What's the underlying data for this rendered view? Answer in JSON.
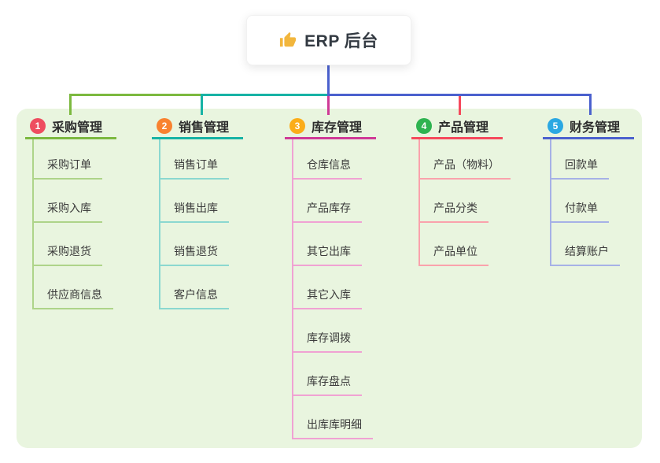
{
  "root": {
    "title": "ERP 后台",
    "icon": "thumbs-up"
  },
  "panel": {
    "background": "#e9f5df"
  },
  "branches": [
    {
      "num": "1",
      "label": "采购管理",
      "line_color": "#7cb93f",
      "light_line_color": "#aed489",
      "badge_color": "#ee4d5f",
      "children": [
        "采购订单",
        "采购入库",
        "采购退货",
        "供应商信息"
      ]
    },
    {
      "num": "2",
      "label": "销售管理",
      "line_color": "#17b3a5",
      "light_line_color": "#8bd8d0",
      "badge_color": "#f9822f",
      "children": [
        "销售订单",
        "销售出库",
        "销售退货",
        "客户信息"
      ]
    },
    {
      "num": "3",
      "label": "库存管理",
      "line_color": "#cf3a96",
      "light_line_color": "#f0a2d3",
      "badge_color": "#fbad19",
      "children": [
        "仓库信息",
        "产品库存",
        "其它出库",
        "其它入库",
        "库存调拨",
        "库存盘点",
        "出库库明细"
      ]
    },
    {
      "num": "4",
      "label": "产品管理",
      "line_color": "#f5495c",
      "light_line_color": "#faa2ac",
      "badge_color": "#2eb350",
      "children": [
        "产品（物料）",
        "产品分类",
        "产品单位"
      ]
    },
    {
      "num": "5",
      "label": "财务管理",
      "line_color": "#4b61ce",
      "light_line_color": "#a6b1e6",
      "badge_color": "#2ba8e2",
      "children": [
        "回款单",
        "付款单",
        "结算账户"
      ]
    }
  ]
}
